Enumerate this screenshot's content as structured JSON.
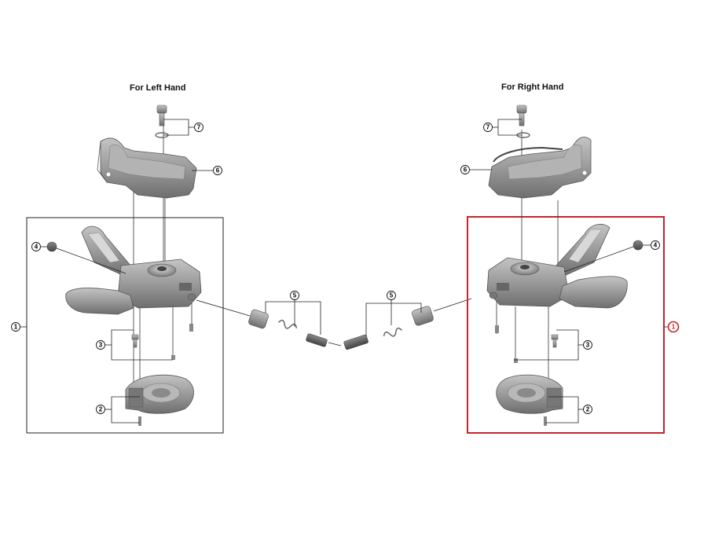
{
  "headings": {
    "left": "For Left Hand",
    "right": "For Right Hand"
  },
  "callouts": {
    "n1": "1",
    "n2": "2",
    "n3": "3",
    "n4": "4",
    "n5": "5",
    "n6": "6",
    "n7": "7"
  },
  "colors": {
    "highlight": "#c8232c",
    "part_fill": "#9a9a9a",
    "part_dark": "#5a5a5a",
    "line": "#222222"
  },
  "highlighted_callout": "1"
}
